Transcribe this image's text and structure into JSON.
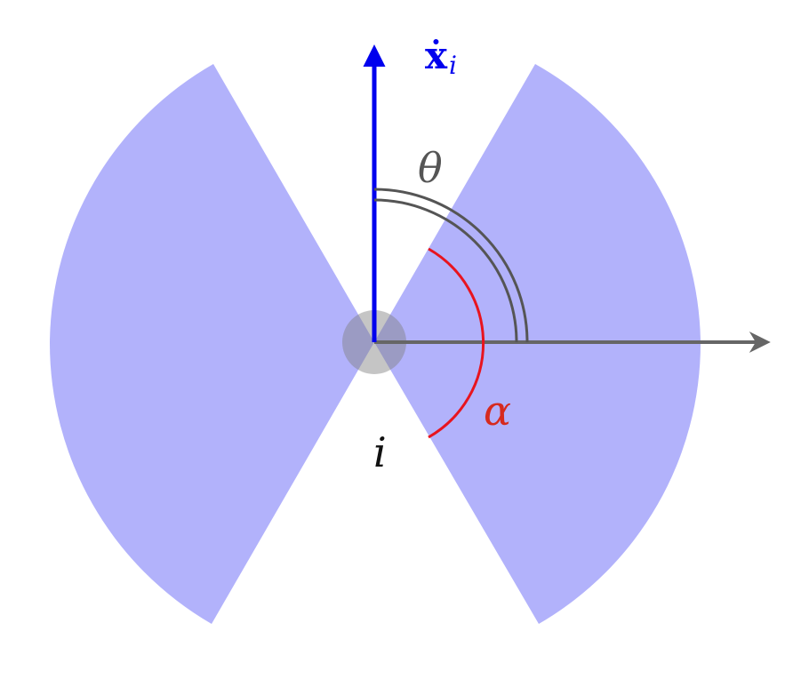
{
  "labels": {
    "velocity_vector": "ẋ",
    "velocity_subscript": "i",
    "angle_theta": "θ",
    "angle_alpha": "α",
    "agent": "i"
  },
  "colors": {
    "sector_fill": "#b2b2fb",
    "velocity_arrow": "#0000ee",
    "reference_axis": "#666666",
    "theta_arc": "#555555",
    "alpha_arc": "#e8141e",
    "alpha_label": "#d62a1e",
    "agent_disc": "#7f7f7f",
    "label_text": "#111111"
  }
}
